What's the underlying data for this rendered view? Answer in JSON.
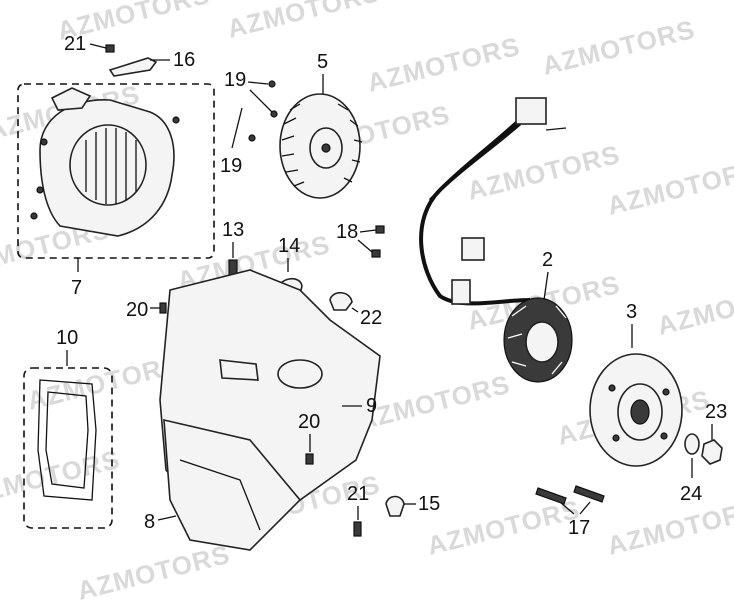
{
  "watermark": "AZMOTORS",
  "colors": {
    "ink": "#111111",
    "watermark": "#d9d9d9",
    "background": "#ffffff"
  },
  "callouts": {
    "c2": "2",
    "c3": "3",
    "c5": "5",
    "c7": "7",
    "c8": "8",
    "c9": "9",
    "c10": "10",
    "c13": "13",
    "c14": "14",
    "c15": "15",
    "c16": "16",
    "c17": "17",
    "c18": "18",
    "c19a": "19",
    "c19b": "19",
    "c20a": "20",
    "c20b": "20",
    "c21a": "21",
    "c21b": "21",
    "c22": "22",
    "c23": "23",
    "c24": "24"
  }
}
